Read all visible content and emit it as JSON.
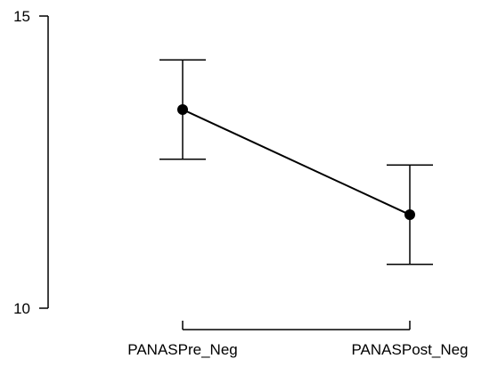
{
  "chart_data": {
    "type": "line",
    "categories": [
      "PANASPre_Neg",
      "PANASPost_Neg"
    ],
    "series": [
      {
        "values": [
          13.4,
          11.6
        ],
        "error_lower": [
          12.55,
          10.75
        ],
        "error_upper": [
          14.25,
          12.45
        ],
        "color": "#000000"
      }
    ],
    "ylim": [
      10,
      15
    ],
    "yticks": [
      "10",
      "15"
    ],
    "grid": false,
    "legend": "none"
  }
}
